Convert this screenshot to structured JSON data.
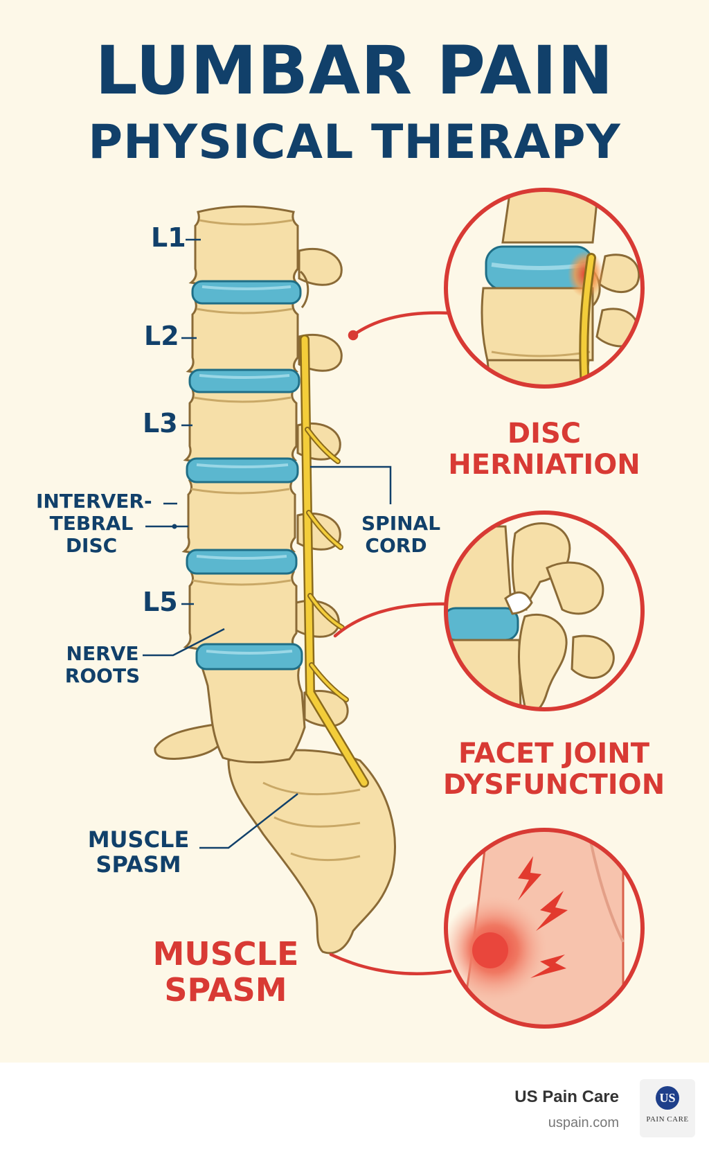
{
  "title": {
    "line1": "LUMBAR PAIN",
    "line2": "PHYSICAL THERAPY"
  },
  "vertebra_labels": {
    "l1": "L1",
    "l2": "L2",
    "l3": "L3",
    "l5": "L5"
  },
  "side_labels": {
    "disc": [
      "INTERVER-",
      "TEBRAL",
      "DISC"
    ],
    "nerve_roots": [
      "NERVE",
      "ROOTS"
    ],
    "muscle_spasm": [
      "MUSCLE",
      "SPASM"
    ],
    "spinal_cord": [
      "SPINAL",
      "CORD"
    ]
  },
  "conditions": {
    "disc_herniation": [
      "DISC",
      "HERNIATION"
    ],
    "facet_joint": [
      "FACET JOINT",
      "DYSFUNCTION"
    ],
    "muscle_spasm": [
      "MUSCLE",
      "SPASM"
    ]
  },
  "footer": {
    "brand_name": "US Pain Care",
    "brand_url": "uspain.com",
    "logo_mark": "US",
    "logo_text": "PAIN CARE"
  },
  "colors": {
    "navy": "#11406a",
    "red": "#d83a34",
    "bone": "#f6dfa8",
    "disc": "#5bb7cf",
    "nerve": "#f3cd3a",
    "background": "#fdf8e8"
  },
  "icons": [
    "vertebra-icon",
    "intervertebral-disc-icon",
    "spinal-cord-icon",
    "sacrum-icon",
    "lightning-icon"
  ]
}
